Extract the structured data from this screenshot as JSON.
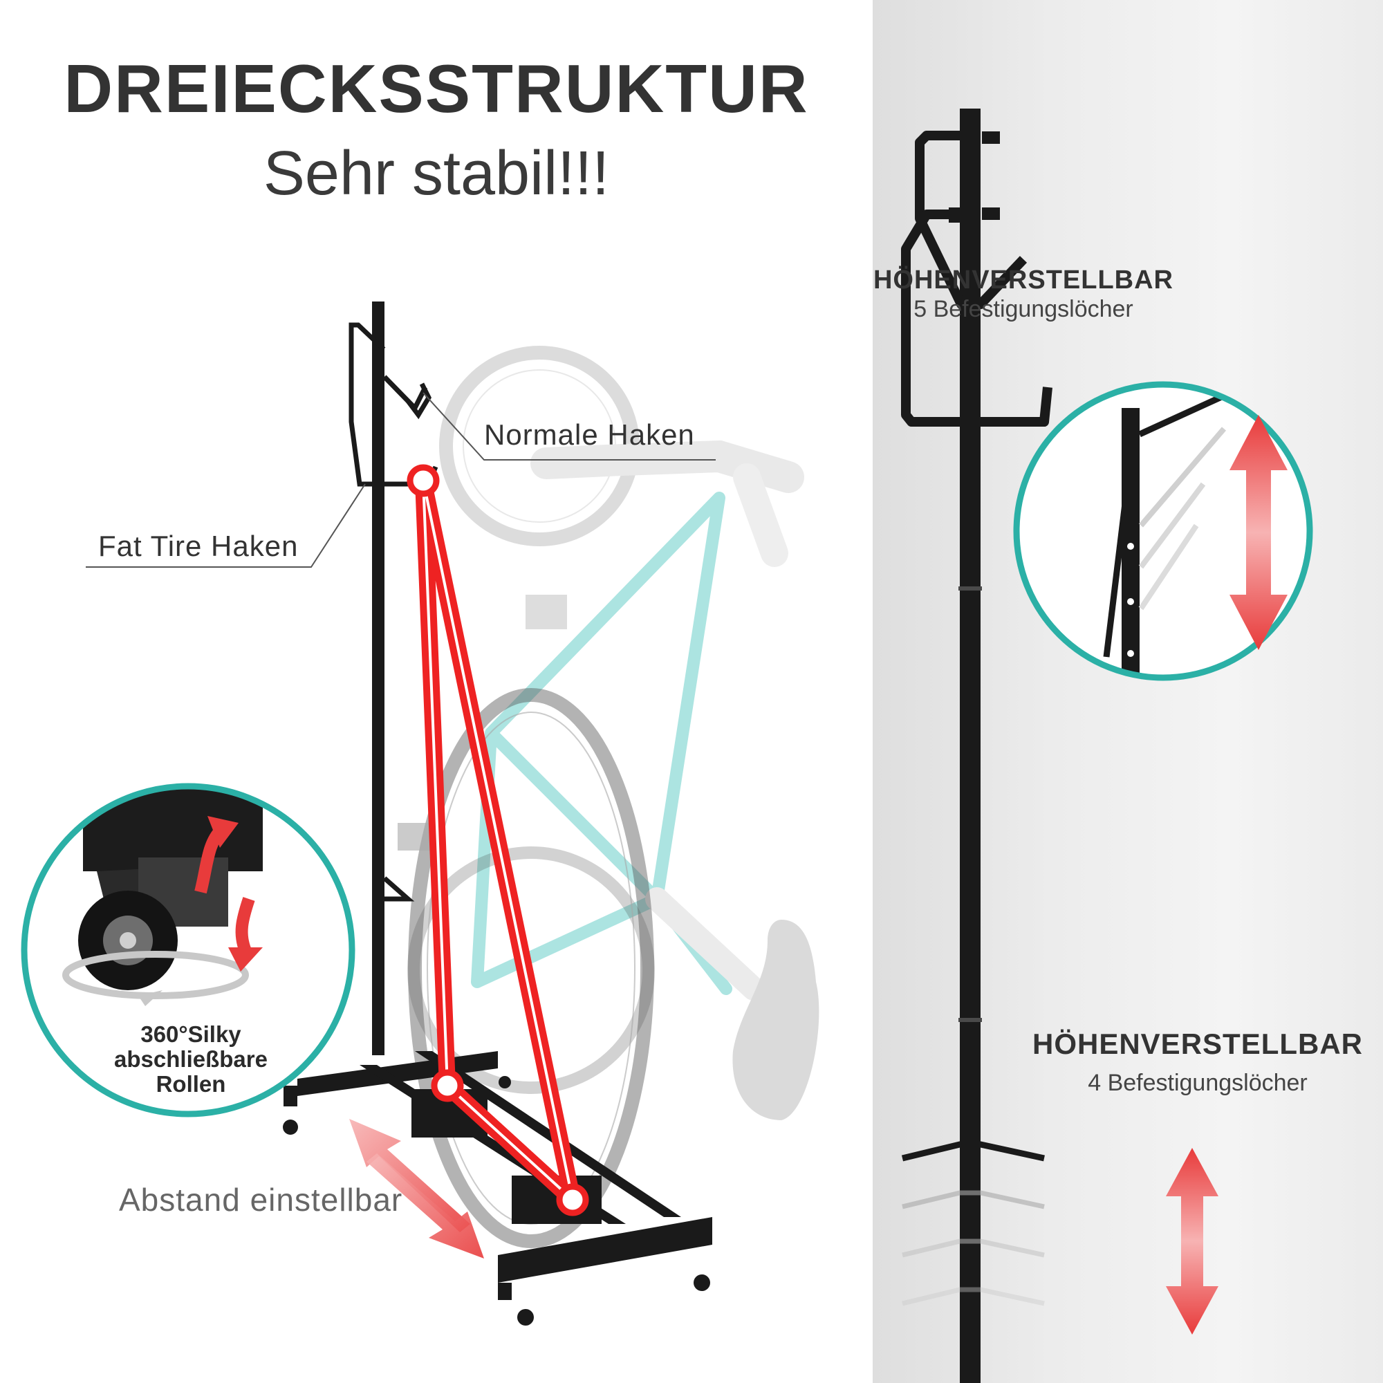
{
  "header": {
    "title": "DREIECKSSTRUKTUR",
    "subtitle": "Sehr stabil!!!"
  },
  "callouts": {
    "normal_hook": "Normale Haken",
    "fat_tire_hook": "Fat Tire Haken",
    "distance": "Abstand einstellbar",
    "wheels": "360°Silky abschließbare Rollen"
  },
  "height_adjust": [
    {
      "title": "HÖHENVERSTELLBAR",
      "subtitle": "5 Befestigungslöcher"
    },
    {
      "title": "HÖHENVERSTELLBAR",
      "subtitle": "4 Befestigungslöcher"
    }
  ],
  "colors": {
    "accent_teal": "#2bb0a6",
    "triangle_red": "#ee2222",
    "arrow_red": "#e83b3b",
    "steel_black": "#1a1a1a",
    "bike_frame": "#8fd9d4"
  },
  "icons": [
    "up-down-arrow-icon",
    "diagonal-double-arrow-icon",
    "rotation-arrow-icon",
    "lock-arrow-icon"
  ]
}
